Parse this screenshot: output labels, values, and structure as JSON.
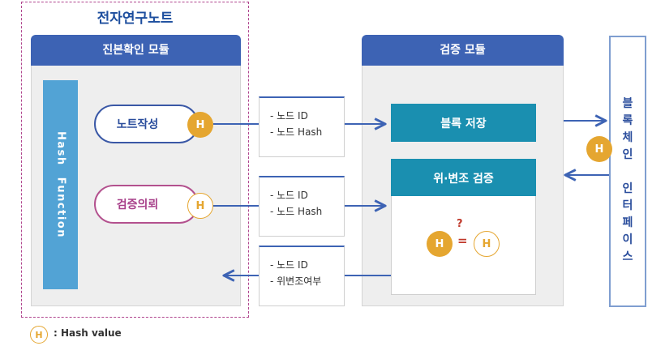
{
  "research_note": {
    "title": "전자연구노트"
  },
  "auth_module": {
    "title": "진본확인 모듈",
    "hash_function": "Hash Function",
    "write_note": "노트작성",
    "verify_request": "검증의뢰"
  },
  "verify_module": {
    "title": "검증 모듈",
    "block_store": "블록 저장",
    "forgery_check": "위·변조 검증",
    "question": "?",
    "equals": "="
  },
  "messages": [
    {
      "line1": "- 노드 ID",
      "line2": "- 노드 Hash"
    },
    {
      "line1": "- 노드 ID",
      "line2": "- 노드 Hash"
    },
    {
      "line1": "- 노드 ID",
      "line2": "- 위변조여부"
    }
  ],
  "blockchain_interface": {
    "label_line1": "블록체인",
    "label_line2": "인터페이스"
  },
  "hash_badge": "H",
  "legend": {
    "text": ": Hash value"
  },
  "colors": {
    "accent_blue": "#3d63b4",
    "teal": "#1a8fb0",
    "hash_orange": "#e5a630",
    "magenta": "#b3518e",
    "hash_bar": "#52a3d5"
  }
}
